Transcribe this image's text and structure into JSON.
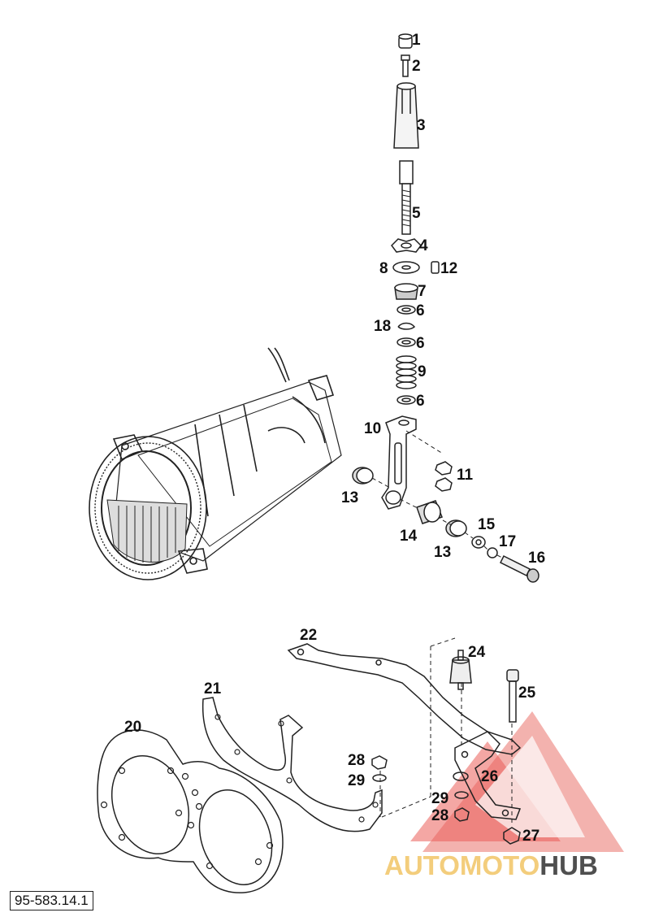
{
  "diagram": {
    "reference_code": "95-583.14.1",
    "callouts": [
      "1",
      "2",
      "3",
      "5",
      "4",
      "8",
      "12",
      "7",
      "6",
      "18",
      "6",
      "9",
      "6",
      "10",
      "11",
      "13",
      "14",
      "13",
      "15",
      "17",
      "16",
      "22",
      "24",
      "25",
      "21",
      "20",
      "28",
      "29",
      "26",
      "29",
      "28",
      "27"
    ]
  },
  "watermark": {
    "part1": "AUTOMOTO",
    "part2": "HUB",
    "colors": {
      "accent": "#e8423c",
      "dark": "#4a4a4a",
      "light": "#f2a09a"
    }
  }
}
